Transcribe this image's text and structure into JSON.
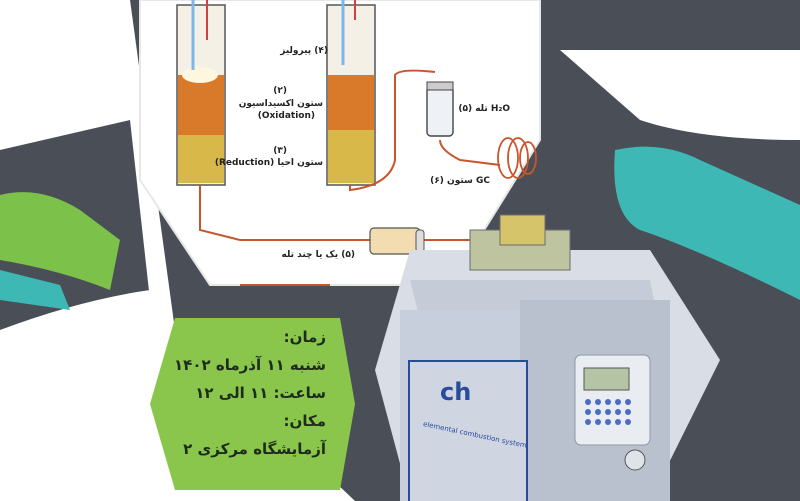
{
  "diagram": {
    "labels": {
      "pyrolysis": "(۴) پیرولیز",
      "oxidation_number": "(۲)",
      "oxidation_fa": "ستون اکسیداسیون",
      "oxidation_en": "(Oxidation)",
      "reduction_number": "(۳)",
      "reduction": "ستون احیا (Reduction)",
      "trap_h2o": "H₂O تله (۵)",
      "gc_column": "GC ستون (۶)",
      "traps": "(۵) یک یا چند تله"
    }
  },
  "event": {
    "time_label": "زمان:",
    "date": "شنبه ۱۱ آذرماه ۱۴۰۲",
    "hours": "ساعت: ۱۱ الی ۱۲",
    "place_label": "مکان:",
    "place": "آزمایشگاه مرکزی ۲"
  },
  "instrument": {
    "brand_fragment": "ch",
    "panel_text": "elemental combustion system"
  },
  "colors": {
    "dark_band": "#4a4f57",
    "teal": "#3db8b5",
    "green": "#7cc24a",
    "info_green": "#8ac64c",
    "pipe": "#c8562c"
  }
}
